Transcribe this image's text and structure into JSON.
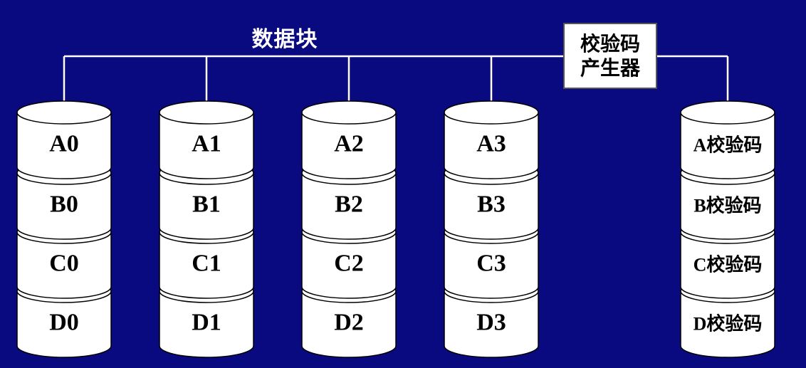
{
  "title": "数据块",
  "generator": {
    "line1": "校验码",
    "line2": "产生器"
  },
  "data_disks": [
    {
      "blocks": [
        "A0",
        "B0",
        "C0",
        "D0"
      ]
    },
    {
      "blocks": [
        "A1",
        "B1",
        "C1",
        "D1"
      ]
    },
    {
      "blocks": [
        "A2",
        "B2",
        "C2",
        "D2"
      ]
    },
    {
      "blocks": [
        "A3",
        "B3",
        "C3",
        "D3"
      ]
    }
  ],
  "parity_disk": {
    "blocks": [
      "A校验码",
      "B校验码",
      "C校验码",
      "D校验码"
    ]
  },
  "colors": {
    "background": "#0a0a80",
    "disk_fill": "#ffffff",
    "disk_stroke": "#000000",
    "bus_line": "#ffffff",
    "title_text": "#ffffff"
  }
}
